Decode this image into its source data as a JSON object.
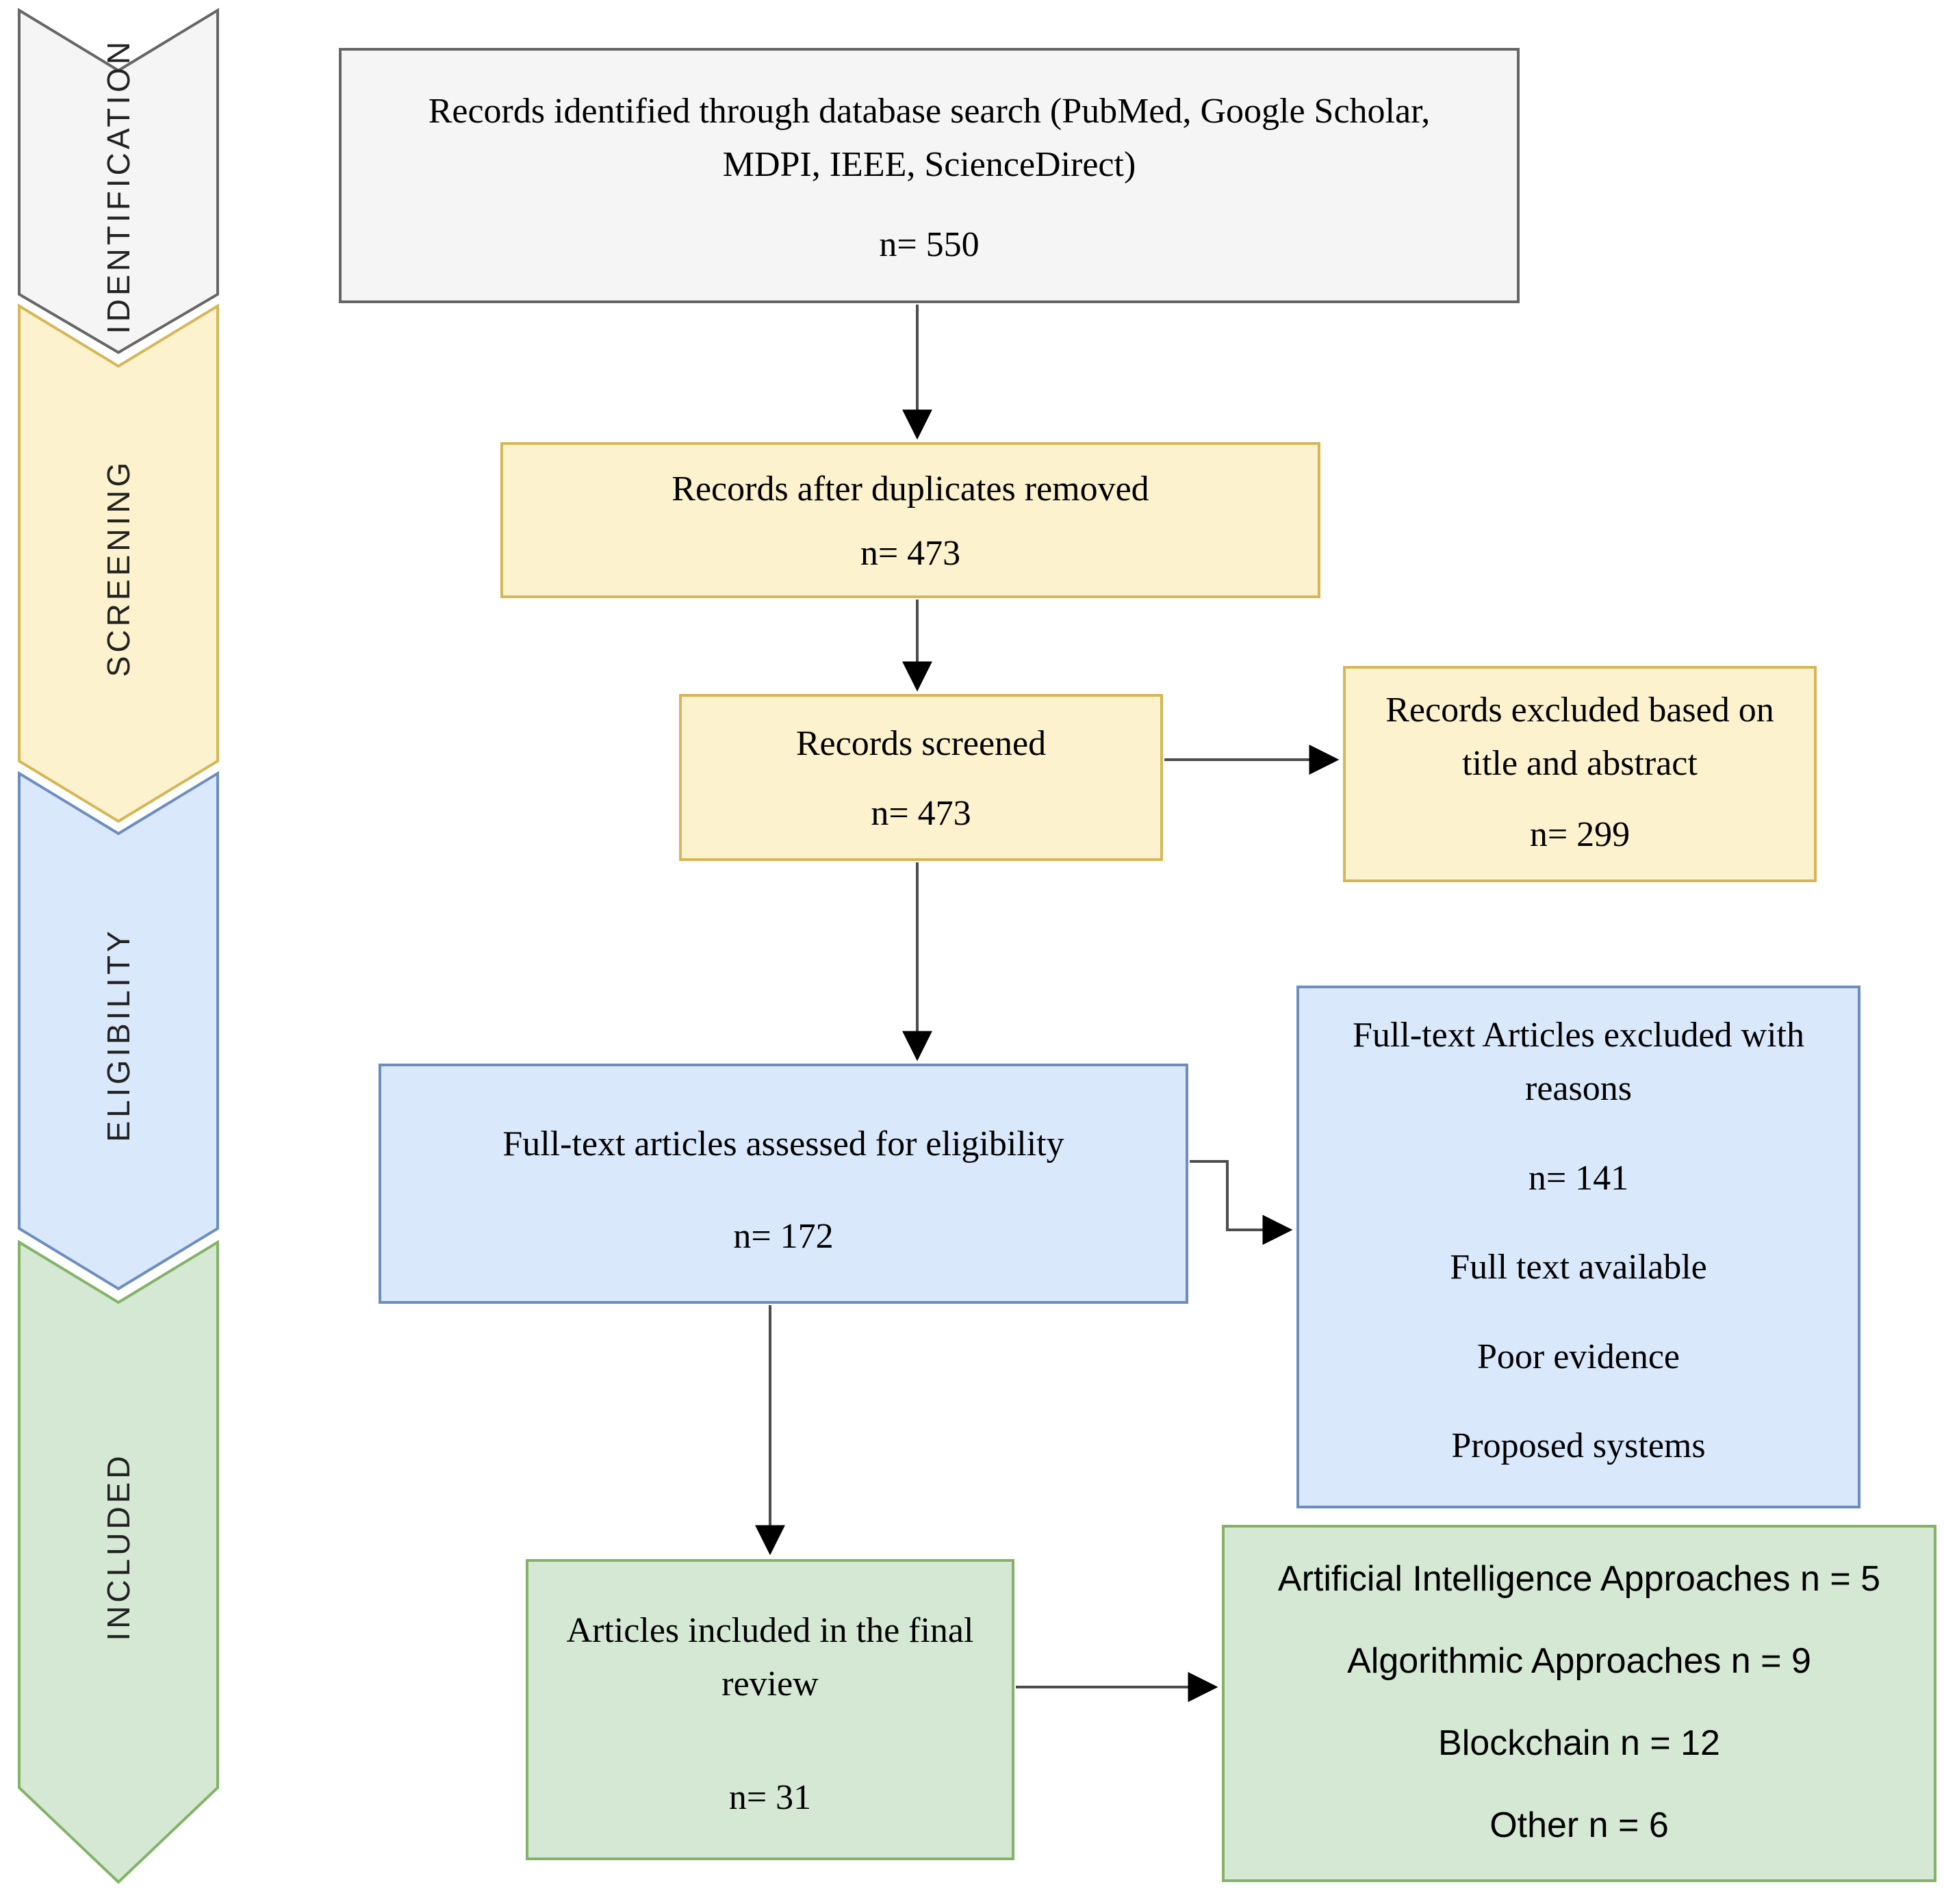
{
  "diagram_title": "PRISMA flow diagram",
  "colors": {
    "identification_fill": "#f5f5f5",
    "identification_stroke": "#666666",
    "screening_fill": "#fdf2ce",
    "screening_stroke": "#d6b656",
    "eligibility_fill": "#dae8fc",
    "eligibility_stroke": "#6c8ebf",
    "included_fill": "#d5e8d4",
    "included_stroke": "#82b366",
    "connector_line": "#4d4d4d",
    "arrowhead": "#000000"
  },
  "sidebar": {
    "stages": [
      {
        "label": "IDENTIFICATION",
        "fill": "#f5f5f5",
        "stroke": "#666666"
      },
      {
        "label": "SCREENING",
        "fill": "#fdf2ce",
        "stroke": "#d6b656"
      },
      {
        "label": "ELIGIBILITY",
        "fill": "#dae8fc",
        "stroke": "#6c8ebf"
      },
      {
        "label": "INCLUDED",
        "fill": "#d5e8d4",
        "stroke": "#82b366"
      }
    ]
  },
  "boxes": {
    "identified": {
      "text": "Records identified through database search (PubMed, Google Scholar, MDPI, IEEE, ScienceDirect)",
      "count": "n= 550"
    },
    "duplicates_removed": {
      "text": "Records after duplicates removed",
      "count": "n= 473"
    },
    "screened": {
      "text": "Records screened",
      "count": "n= 473"
    },
    "excluded_title_abstract": {
      "text": "Records excluded based on title and abstract",
      "count": "n= 299"
    },
    "fulltext_assessed": {
      "text": "Full-text articles assessed for eligibility",
      "count": "n= 172"
    },
    "fulltext_excluded": {
      "title": "Full-text Articles excluded with reasons",
      "count": "n= 141",
      "reasons": [
        "Full text available",
        "Poor evidence",
        "Proposed systems"
      ]
    },
    "included_final": {
      "text": "Articles included in the final review",
      "count": "n= 31"
    },
    "included_categories": {
      "items": [
        "Artificial Intelligence Approaches n = 5",
        "Algorithmic Approaches n = 9",
        "Blockchain n = 12",
        "Other n = 6"
      ]
    }
  }
}
